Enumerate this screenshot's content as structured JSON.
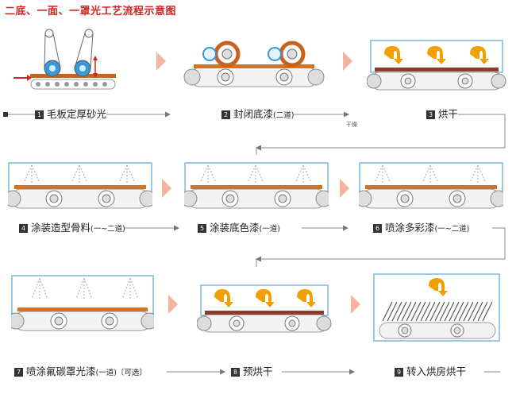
{
  "title": "二底、一面、一罩光工艺流程示意图",
  "steps": [
    {
      "num": "1",
      "label": "毛板定厚砂光",
      "note": ""
    },
    {
      "num": "2",
      "label": "封闭底漆",
      "note": "(二道)"
    },
    {
      "num": "3",
      "label": "烘干",
      "note": ""
    },
    {
      "num": "4",
      "label": "涂装造型骨料",
      "note": "(一~二道)"
    },
    {
      "num": "5",
      "label": "涂装底色漆",
      "note": "(一道)"
    },
    {
      "num": "6",
      "label": "喷涂多彩漆",
      "note": "(一~二道)"
    },
    {
      "num": "7",
      "label": "喷涂氟碳罩光漆",
      "note": "(一道)〔可选〕"
    },
    {
      "num": "8",
      "label": "预烘干",
      "note": ""
    },
    {
      "num": "9",
      "label": "转入烘房烘干",
      "note": ""
    }
  ],
  "dry_note": "干燥",
  "colors": {
    "title": "#d02525",
    "panel_border": "#3a97cf",
    "board": "#d9711e",
    "chevron": "#f29a7a",
    "heat_arrow": "#f0a000"
  }
}
